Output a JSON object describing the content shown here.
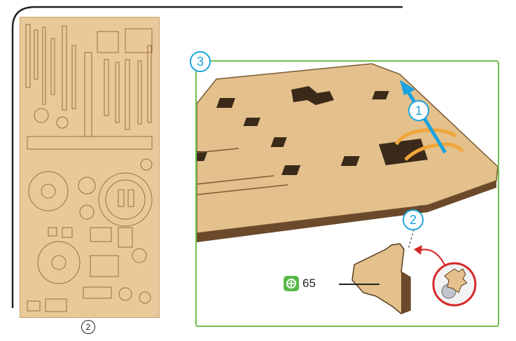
{
  "sheet": {
    "label": "2",
    "color": "#e9c99a"
  },
  "panel": {
    "step_label": "3",
    "border_color": "#6dbf4b"
  },
  "steps": {
    "first": "1",
    "second": "2"
  },
  "part": {
    "icon": "plus-gear-icon",
    "number": "65"
  },
  "colors": {
    "step_blue": "#1aa3e0",
    "arrow_red": "#d62828",
    "band_orange": "#f2a63a",
    "wood": "#e3c08c"
  }
}
